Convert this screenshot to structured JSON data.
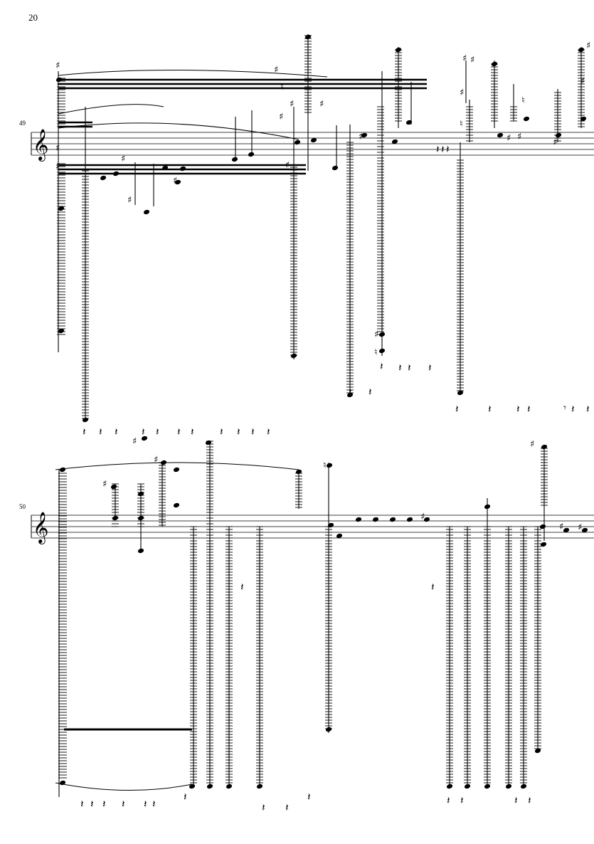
{
  "page": {
    "number": "20"
  },
  "systems": [
    {
      "measure_number": "49",
      "clef": "treble"
    },
    {
      "measure_number": "50",
      "clef": "treble"
    }
  ],
  "glyphs": {
    "sharp": "♯",
    "natural": "♮",
    "quarter_rest": "𝄽",
    "eighth_rest": "𝄾"
  }
}
